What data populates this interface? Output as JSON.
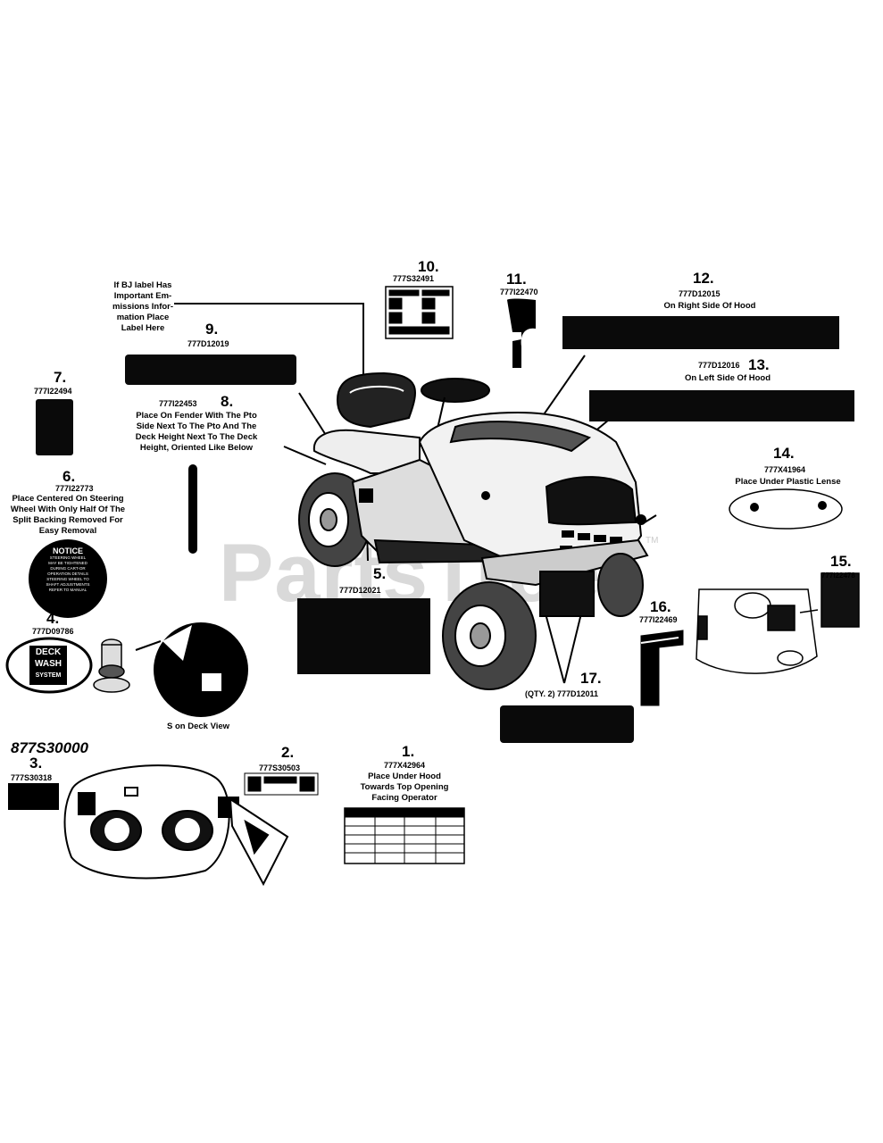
{
  "watermark": "PartsTree",
  "trm": "TM",
  "model_number": "877S30000",
  "deck_view_label": "S on Deck View",
  "items": {
    "i1": {
      "num": "1.",
      "part": "777X42964",
      "note": [
        "Place Under Hood",
        "Towards Top Opening",
        "Facing Operator"
      ]
    },
    "i2": {
      "num": "2.",
      "part": "777S30503"
    },
    "i3": {
      "num": "3.",
      "part": "777S30318"
    },
    "i4": {
      "num": "4.",
      "part": "777D09786"
    },
    "i5": {
      "num": "5.",
      "part": "777D12021"
    },
    "i6": {
      "num": "6.",
      "part": "777I22773",
      "note": [
        "Place Centered On Steering",
        "Wheel With Only Half Of The",
        "Split Backing Removed For",
        "Easy Removal"
      ]
    },
    "i7": {
      "num": "7.",
      "part": "777I22494"
    },
    "i8": {
      "num": "8.",
      "part": "777I22453",
      "note": [
        "Place On Fender With The Pto",
        "Side Next To The Pto And The",
        "Deck Height Next To The Deck",
        "Height, Oriented Like Below"
      ]
    },
    "i9": {
      "num": "9.",
      "part": "777D12019",
      "note": [
        "If BJ label Has",
        "Important Em-",
        "missions Infor-",
        "mation Place",
        "Label Here"
      ]
    },
    "i10": {
      "num": "10.",
      "part": "777S32491"
    },
    "i11": {
      "num": "11.",
      "part": "777I22470"
    },
    "i12": {
      "num": "12.",
      "part": "777D12015",
      "note": [
        "On Right Side Of Hood"
      ]
    },
    "i13": {
      "num": "13.",
      "part": "777D12016",
      "note": [
        "On Left Side Of Hood"
      ]
    },
    "i14": {
      "num": "14.",
      "part": "777X41964",
      "note": [
        "Place Under Plastic Lense"
      ]
    },
    "i15": {
      "num": "15.",
      "part": "777I22478"
    },
    "i16": {
      "num": "16.",
      "part": "777I22469"
    },
    "i17": {
      "num": "17.",
      "part": "(QTY. 2) 777D12011"
    }
  },
  "notice_label": {
    "title": "NOTICE",
    "body": [
      "STEERING WHEEL",
      "MAY BE TIGHTENED",
      "DURING CART-OR",
      "OPERATION DETAILS",
      "STEERING WHEEL TO",
      "SHAFT ADJUSTMENTS",
      "REFER TO MANUAL"
    ]
  },
  "deck_wash_label": {
    "line1": "DECK",
    "line2": "WASH",
    "line3": "SYSTEM"
  }
}
